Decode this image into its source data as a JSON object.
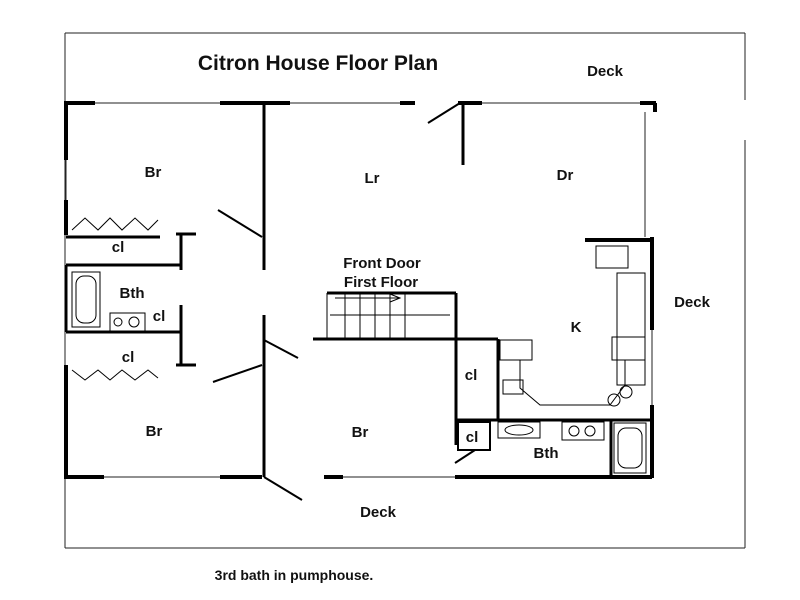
{
  "title": "Citron House Floor Plan",
  "footnote": "3rd bath in pumphouse.",
  "rooms": {
    "deck_top": "Deck",
    "deck_right": "Deck",
    "deck_bottom": "Deck",
    "br_top_left": "Br",
    "cl_upper_left": "cl",
    "bath_left": "Bth",
    "cl_bath_left": "cl",
    "cl_lower_left": "cl",
    "br_bottom_left": "Br",
    "living_room": "Lr",
    "dining_room": "Dr",
    "front_door_line1": "Front Door",
    "front_door_line2": "First Floor",
    "kitchen": "K",
    "br_bottom_middle": "Br",
    "cl_middle": "cl",
    "cl_bath_right": "cl",
    "bath_right": "Bth"
  }
}
